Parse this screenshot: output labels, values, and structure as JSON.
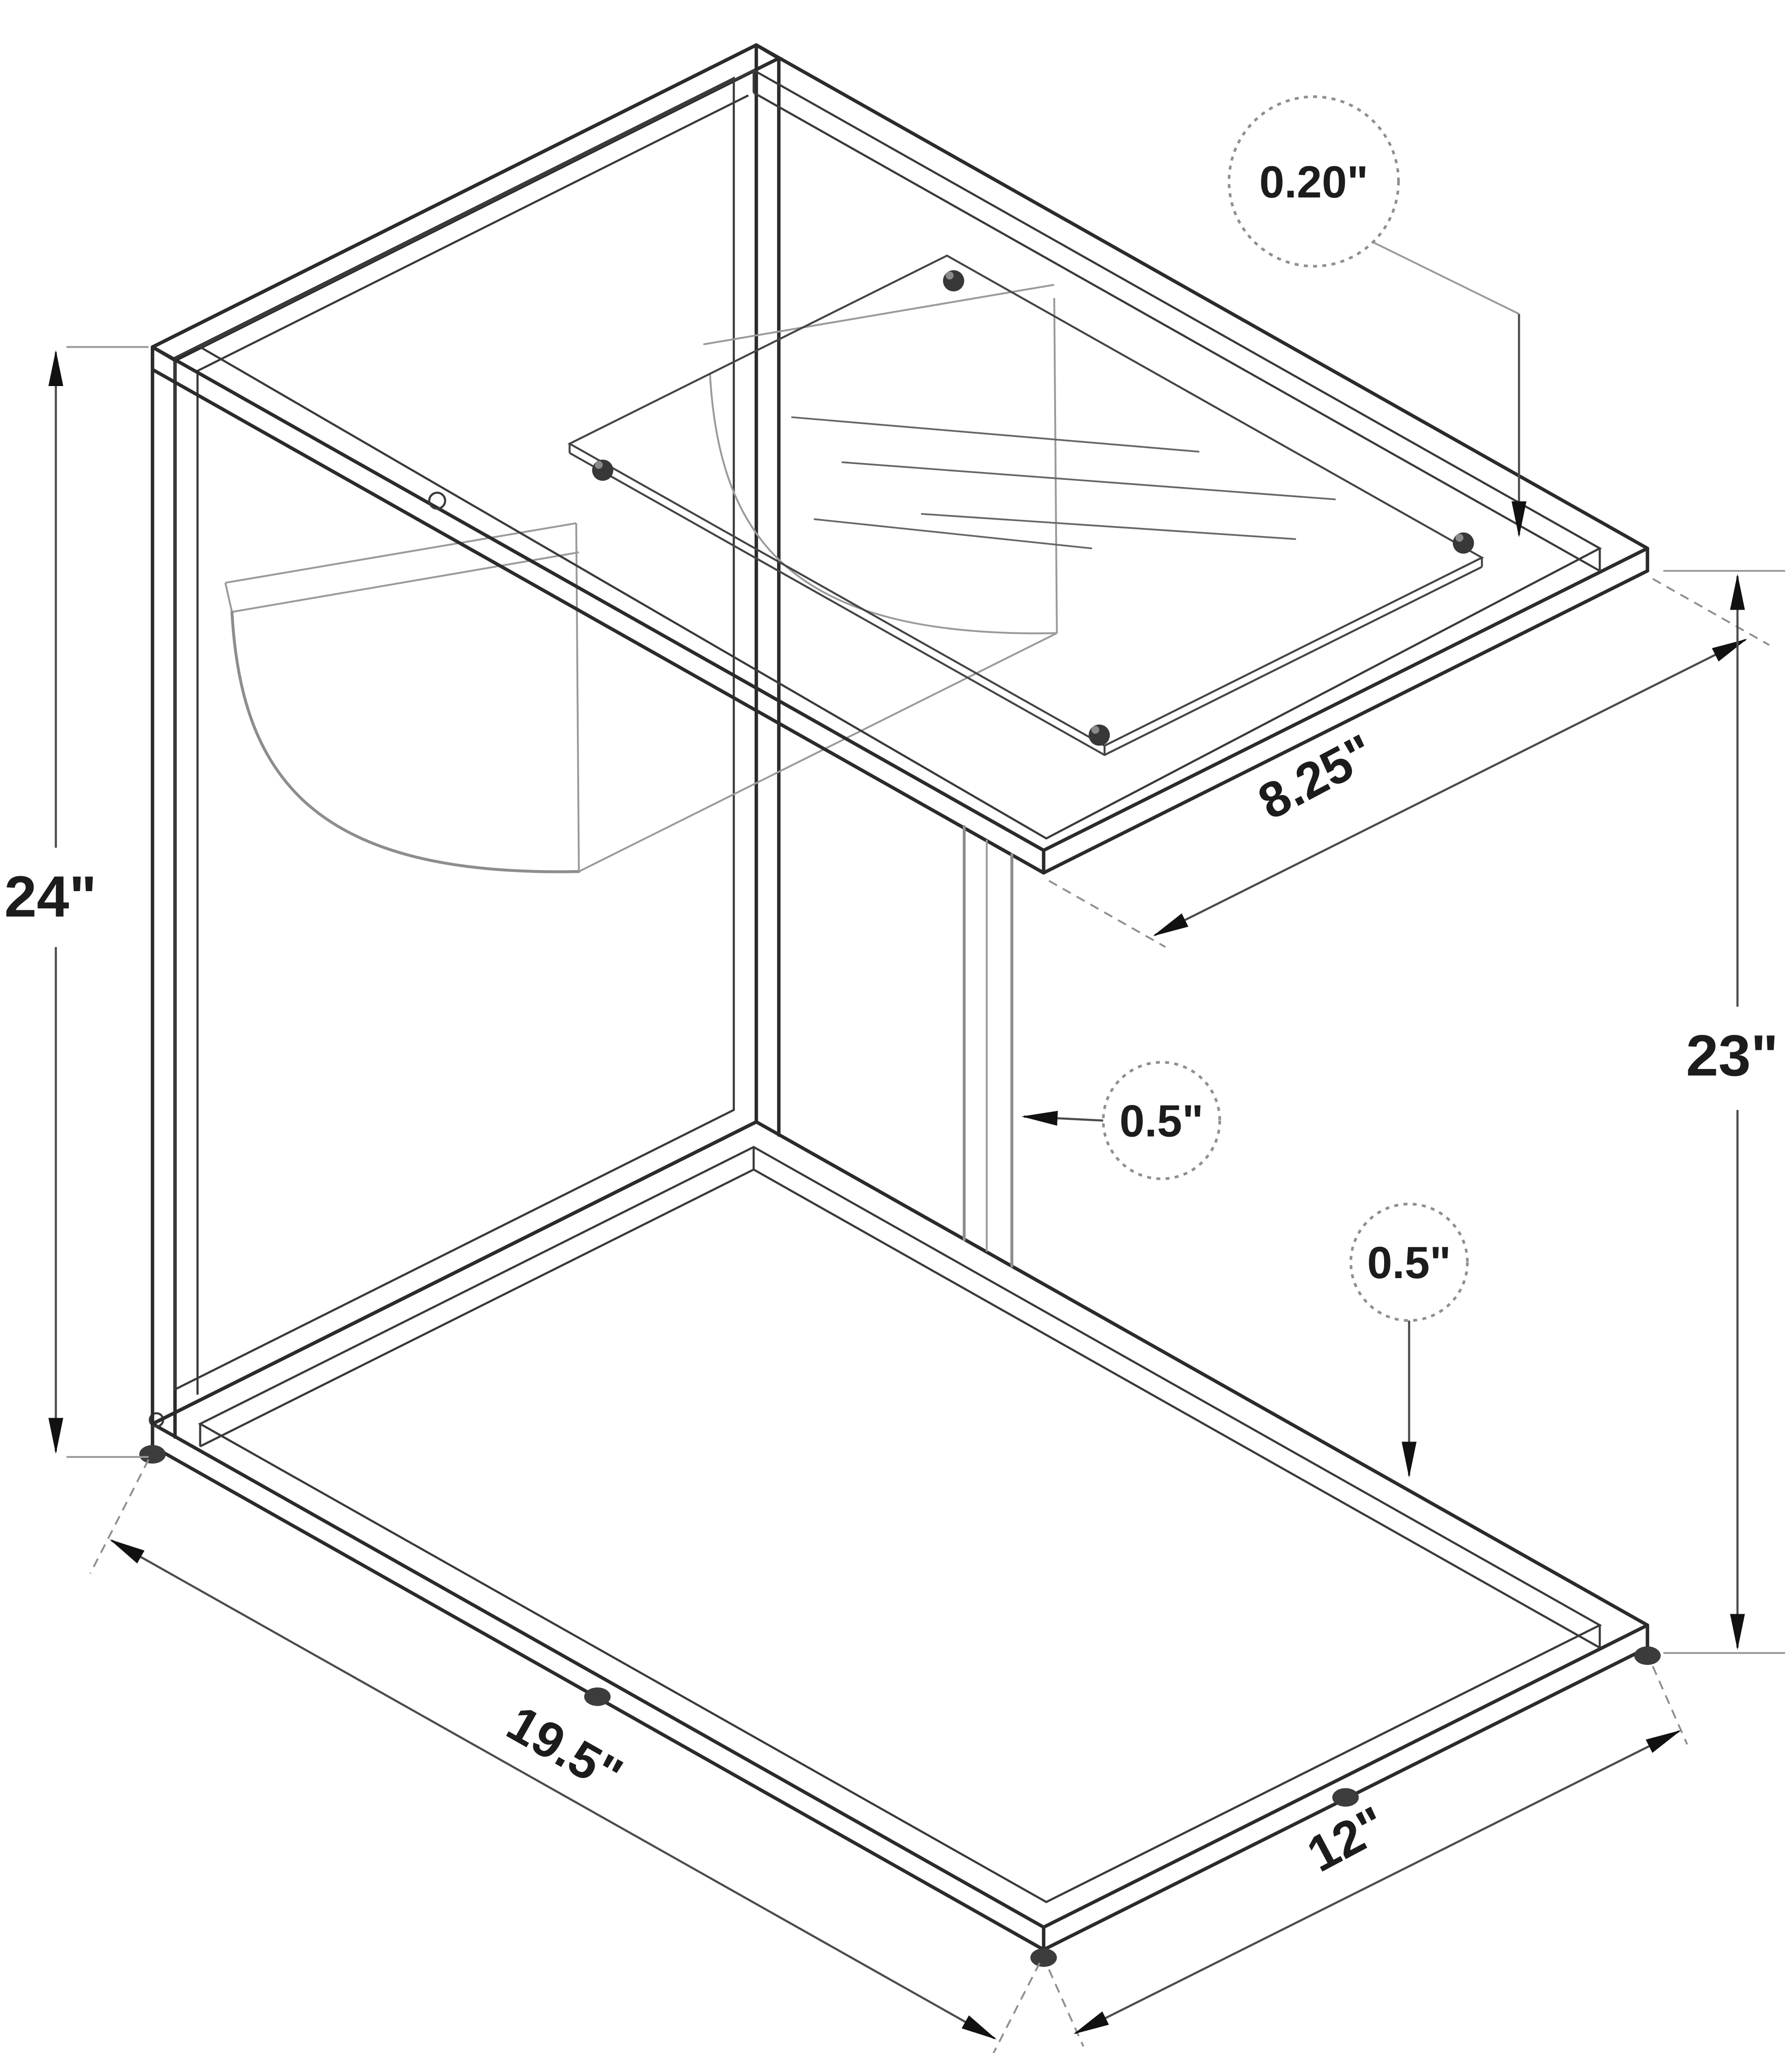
{
  "diagram": {
    "kind": "isometric dimension drawing",
    "subject": "C-shaped accent side table with glass top, metal frame and magazine sling",
    "background": "#ffffff",
    "line_color": "#2b2b2b",
    "secondary_line_color": "#8d8d8d",
    "dimension_color": "#4c4c4c",
    "dimensions": {
      "left_height": "24\"",
      "glass_thickness": "0.20\"",
      "top_side_depth": "8.25\"",
      "right_height": "23\"",
      "post_tube": "0.5\"",
      "base_tube": "0.5\"",
      "base_width": "19.5\"",
      "base_depth": "12\""
    }
  }
}
